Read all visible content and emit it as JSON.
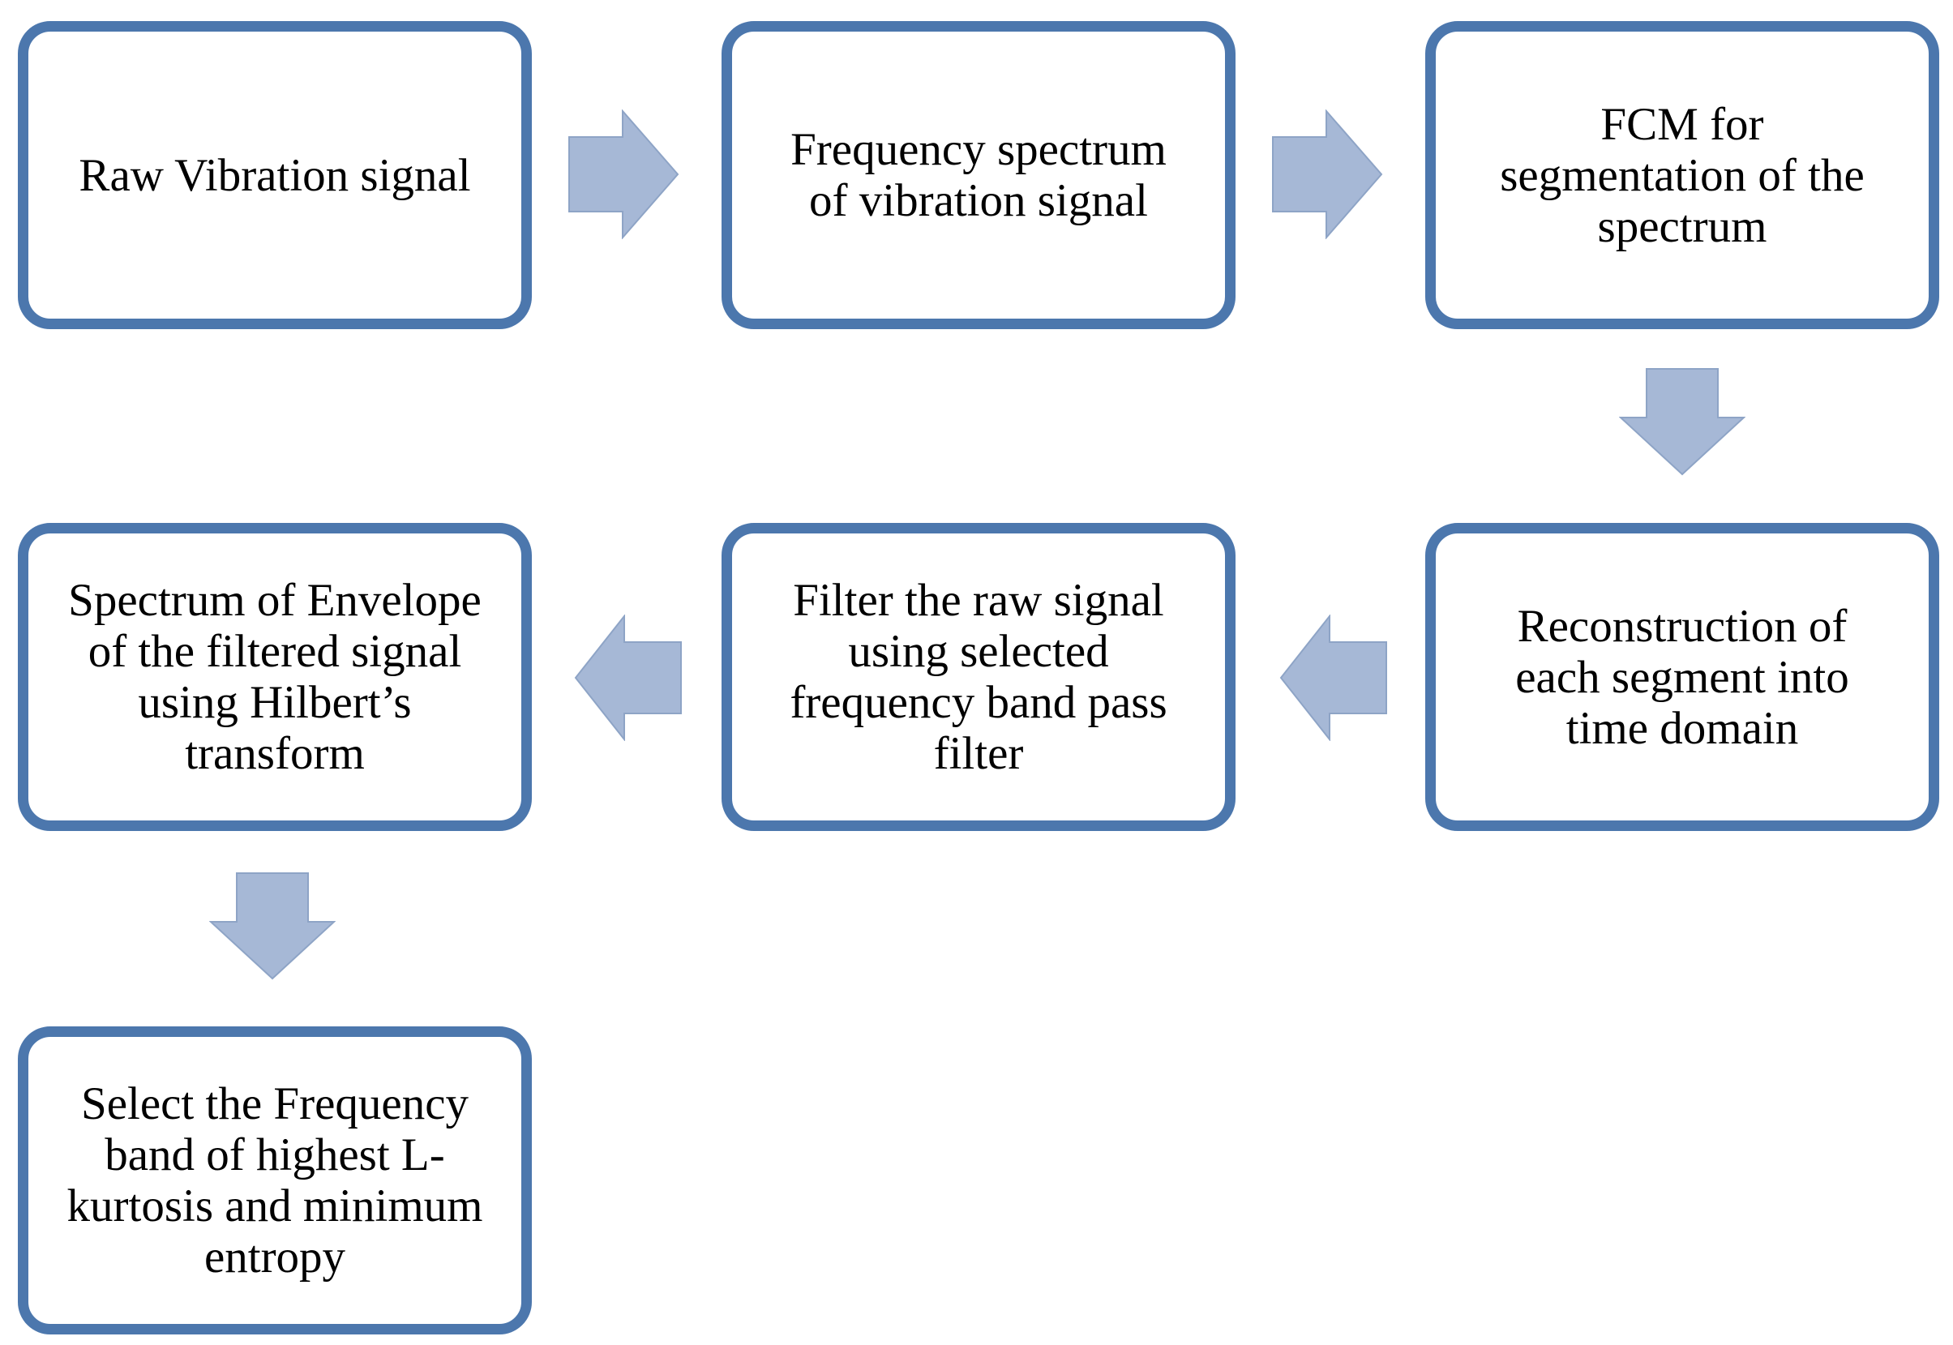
{
  "diagram": {
    "type": "flowchart",
    "colors": {
      "box_border": "#4c77ad",
      "arrow_fill": "#a6b8d6",
      "text": "#000000",
      "background": "#ffffff"
    },
    "steps": [
      {
        "id": "step-1",
        "label": "Raw  Vibration signal"
      },
      {
        "id": "step-2",
        "label": "Frequency spectrum\nof vibration signal"
      },
      {
        "id": "step-3",
        "label": "FCM for\nsegmentation of the\nspectrum"
      },
      {
        "id": "step-4",
        "label": "Reconstruction of\neach segment into\ntime domain"
      },
      {
        "id": "step-5",
        "label": "Filter the raw  signal\nusing selected\nfrequency band pass\nfilter"
      },
      {
        "id": "step-6",
        "label": "Spectrum of Envelope\nof the filtered signal\nusing Hilbert’s\ntransform"
      },
      {
        "id": "step-7",
        "label": "Select the Frequency\nband  of highest L-\nkurtosis and minimum\nentropy"
      }
    ],
    "connections": [
      {
        "from": "step-1",
        "to": "step-2",
        "direction": "right",
        "icon": "arrow-right-icon"
      },
      {
        "from": "step-2",
        "to": "step-3",
        "direction": "right",
        "icon": "arrow-right-icon"
      },
      {
        "from": "step-3",
        "to": "step-4",
        "direction": "down",
        "icon": "arrow-down-icon"
      },
      {
        "from": "step-4",
        "to": "step-5",
        "direction": "left",
        "icon": "arrow-left-icon"
      },
      {
        "from": "step-5",
        "to": "step-6",
        "direction": "left",
        "icon": "arrow-left-icon"
      },
      {
        "from": "step-6",
        "to": "step-7",
        "direction": "down",
        "icon": "arrow-down-icon"
      }
    ]
  }
}
